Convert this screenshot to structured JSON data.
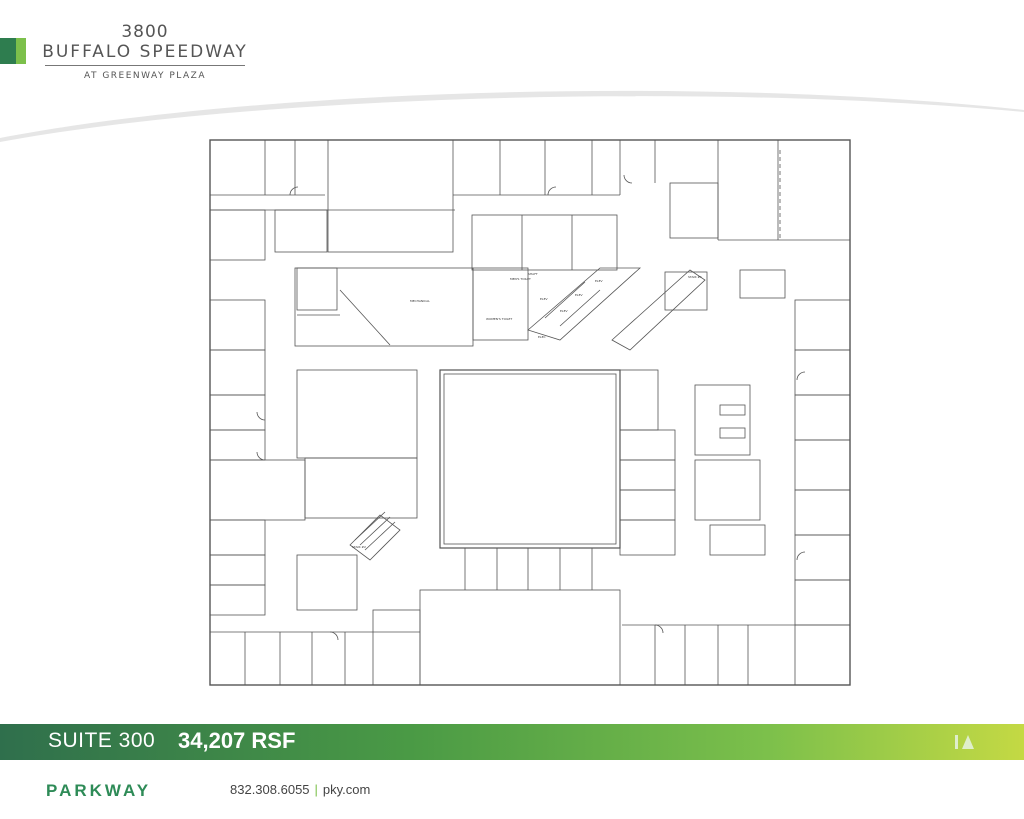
{
  "building": {
    "number": "3800",
    "street": "BUFFALO SPEEDWAY",
    "location": "AT GREENWAY PLAZA"
  },
  "footer_band": {
    "suite": "SUITE 300",
    "area": "34,207 RSF"
  },
  "brand": {
    "name": "PARKWAY",
    "phone": "832.308.6055",
    "website": "pky.com"
  },
  "floor_plan": {
    "room_labels": {
      "mechanical": "MECHANICAL",
      "womens_toilet": "WOMEN'S TOILET",
      "mens_toilet": "MEN'S TOILET",
      "elevator_a": "ELEV",
      "elevator_b": "ELEV",
      "elevator_c": "ELEV",
      "elevator_d": "ELEV",
      "stair": "STAIR",
      "elec": "ELEC",
      "stair_1": "STAIR #1",
      "stair_2": "STAIR #2",
      "shaft": "SHAFT"
    }
  },
  "colors": {
    "brand_green": "#2e8b57",
    "band_start": "#2f6f4c",
    "band_end": "#c4d944"
  },
  "icons": [
    "north-arrow-icon"
  ]
}
